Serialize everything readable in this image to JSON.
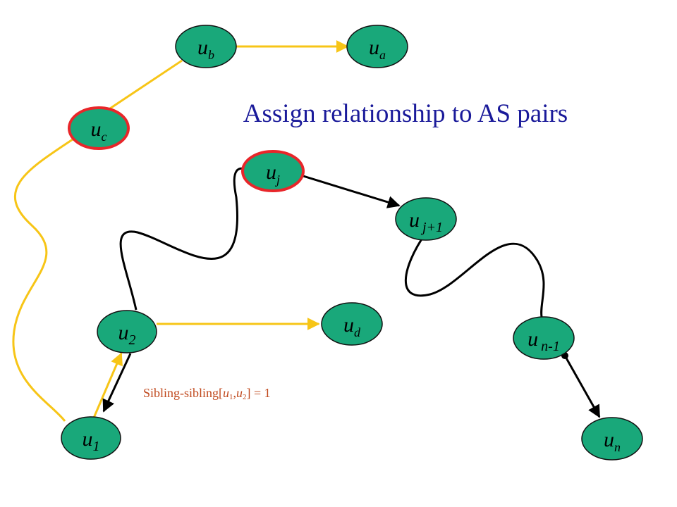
{
  "title": "Assign relationship to AS pairs",
  "colors": {
    "node_fill": "#19a87a",
    "node_stroke_default": "#111111",
    "node_stroke_highlight": "#e8262a",
    "edge_black": "#000000",
    "edge_yellow": "#f7c517",
    "title_color": "#1a1a9a",
    "annotation_color": "#c0481c"
  },
  "nodes": {
    "ub": {
      "base": "u",
      "sub": "b"
    },
    "ua": {
      "base": "u",
      "sub": "a"
    },
    "uc": {
      "base": "u",
      "sub": "c"
    },
    "uj": {
      "base": "u",
      "sub": "j"
    },
    "uj1": {
      "base": "u",
      "sub": "j+1"
    },
    "u2": {
      "base": "u",
      "sub": "2"
    },
    "ud": {
      "base": "u",
      "sub": "d"
    },
    "un1": {
      "base": "u",
      "sub": "n-1"
    },
    "u1": {
      "base": "u",
      "sub": "1"
    },
    "un": {
      "base": "u",
      "sub": "n"
    }
  },
  "annotation": {
    "prefix": "Sibling-sibling[",
    "a_base": "u",
    "a_sub": "1",
    "comma": ",",
    "b_base": "u",
    "b_sub": "2",
    "suffix": "] = 1"
  }
}
